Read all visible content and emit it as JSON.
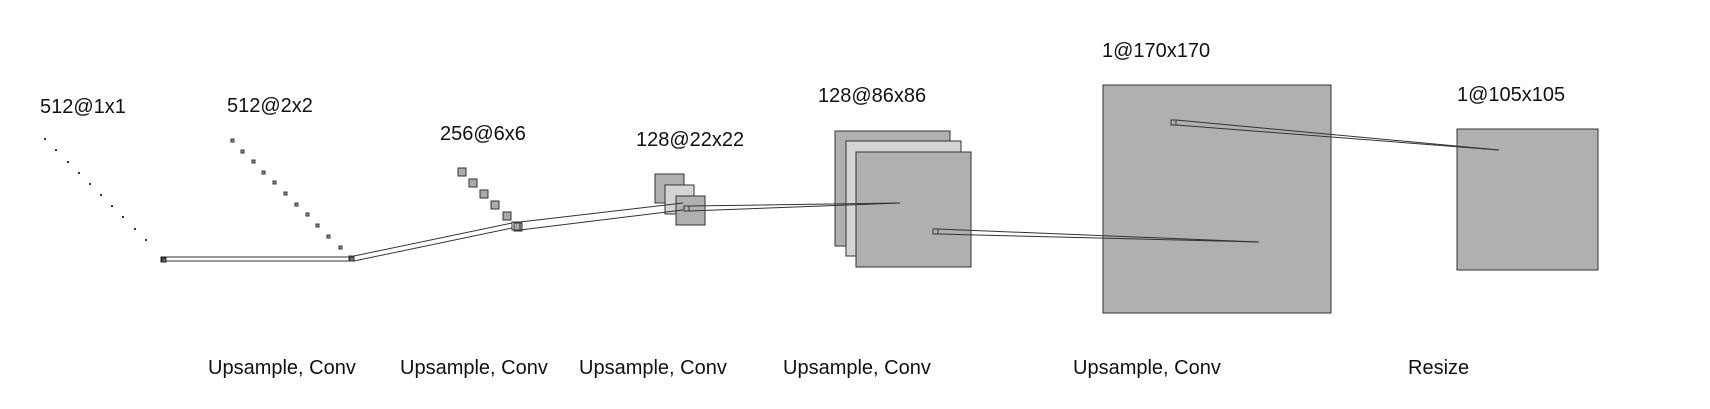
{
  "diagram": {
    "layers": [
      {
        "label": "512@1x1"
      },
      {
        "label": "512@2x2"
      },
      {
        "label": "256@6x6"
      },
      {
        "label": "128@22x22"
      },
      {
        "label": "128@86x86"
      },
      {
        "label": "1@170x170"
      },
      {
        "label": "1@105x105"
      }
    ],
    "operations": [
      {
        "label": "Upsample, Conv"
      },
      {
        "label": "Upsample, Conv"
      },
      {
        "label": "Upsample, Conv"
      },
      {
        "label": "Upsample, Conv"
      },
      {
        "label": "Upsample, Conv"
      },
      {
        "label": "Resize"
      }
    ],
    "colors": {
      "feature_map_fill": "#b0b0b0",
      "feature_map_fill_light": "#d4d4d4",
      "stroke": "#333333",
      "text": "#111111"
    }
  }
}
